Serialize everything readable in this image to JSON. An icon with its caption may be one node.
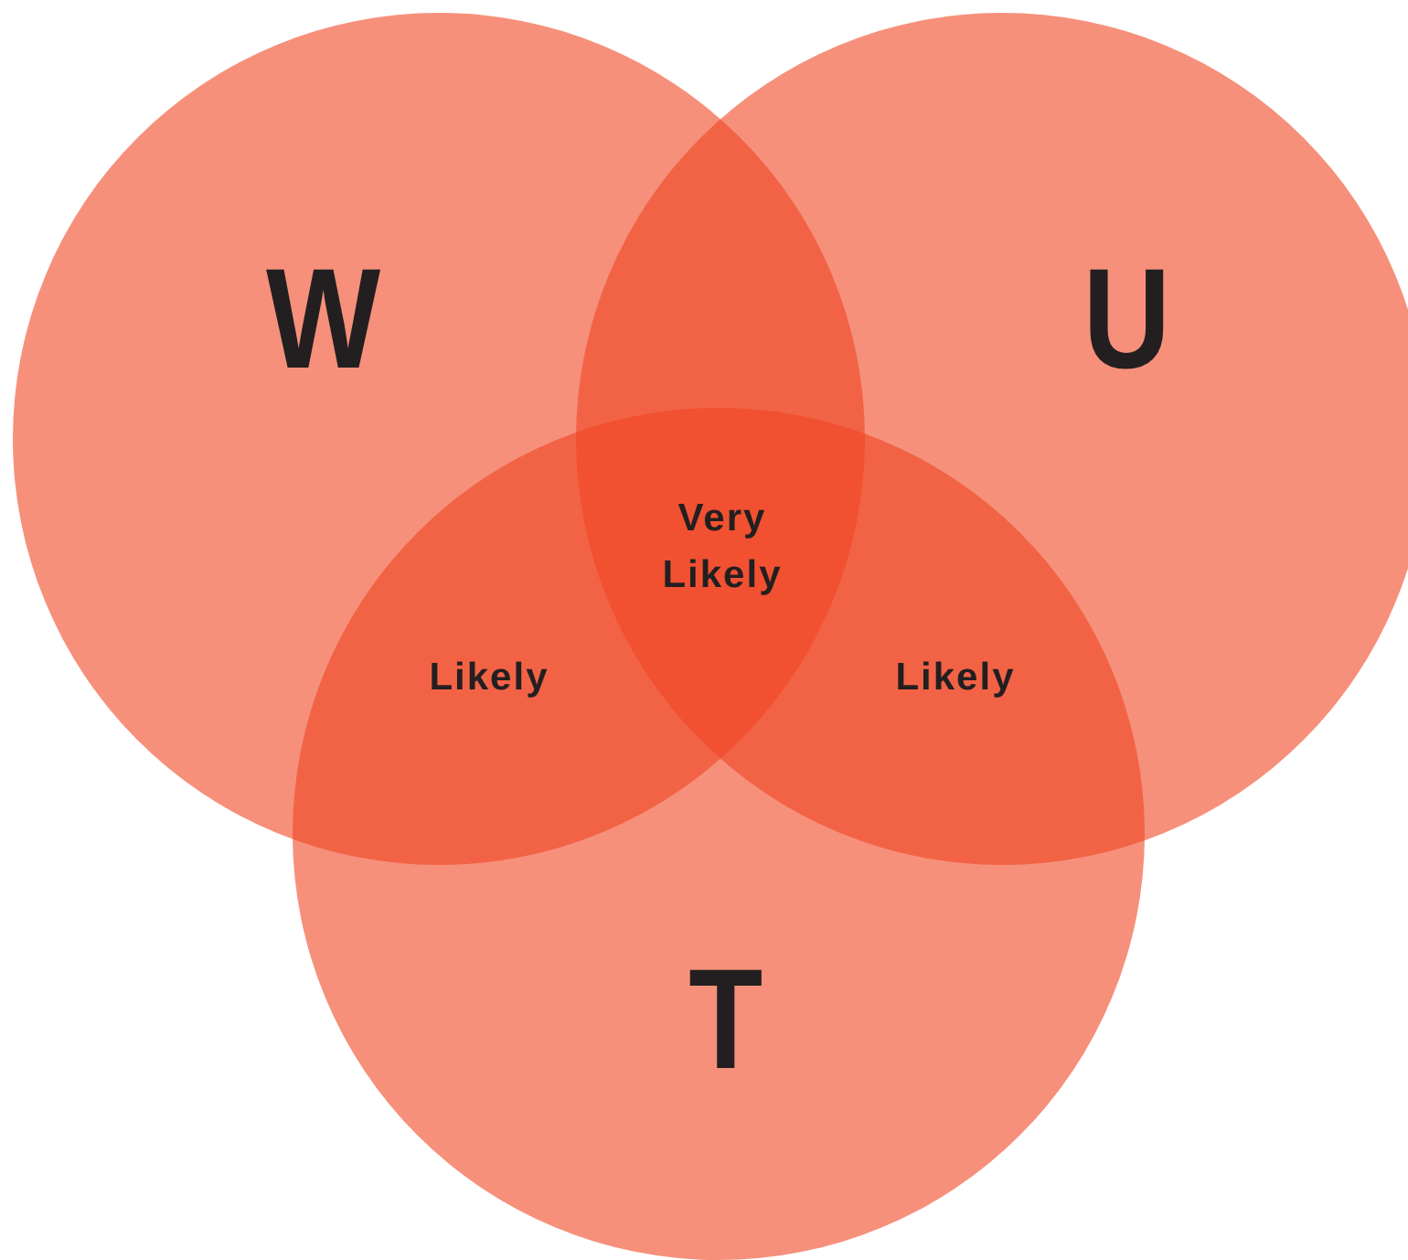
{
  "diagram": {
    "nodes": [
      {
        "text": [
          "W"
        ]
      },
      {
        "text": [
          "U"
        ]
      },
      {
        "text": [
          "T"
        ]
      },
      {
        "text": [
          "Very Likely"
        ]
      },
      {
        "text": [
          "Likely"
        ]
      },
      {
        "text": [
          "Likely"
        ]
      }
    ],
    "edges": []
  }
}
